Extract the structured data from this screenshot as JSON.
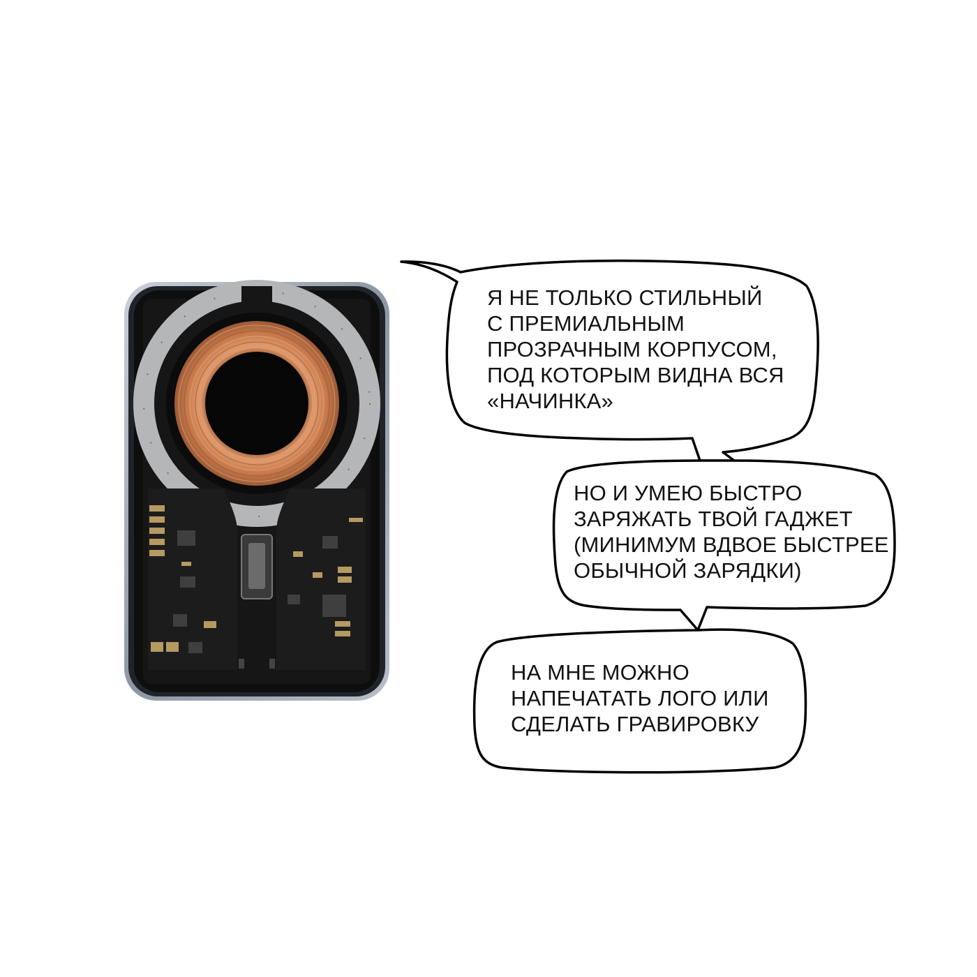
{
  "colors": {
    "background": "#ffffff",
    "bubble_fill": "#ffffff",
    "bubble_stroke": "#000000",
    "frame": "#9aa3ad",
    "pcb": "#141414",
    "coil": "#c97b4d",
    "magnets": "#b8b8b8"
  },
  "product": {
    "name_icon": "wireless-powerbank-illustration"
  },
  "bubbles": [
    {
      "lines": [
        "Я НЕ ТОЛЬКО СТИЛЬНЫЙ",
        "С ПРЕМИАЛЬНЫМ",
        "ПРОЗРАЧНЫМ КОРПУСОМ,",
        "ПОД КОТОРЫМ ВИДНА ВСЯ",
        "«НАЧИНКА»"
      ]
    },
    {
      "lines": [
        "НО И УМЕЮ БЫСТРО",
        "ЗАРЯЖАТЬ ТВОЙ ГАДЖЕТ",
        "(МИНИМУМ ВДВОЕ БЫСТРЕЕ",
        "ОБЫЧНОЙ ЗАРЯДКИ)"
      ]
    },
    {
      "lines": [
        "НА МНЕ МОЖНО",
        "НАПЕЧАТАТЬ ЛОГО ИЛИ",
        "СДЕЛАТЬ ГРАВИРОВКУ"
      ]
    }
  ]
}
